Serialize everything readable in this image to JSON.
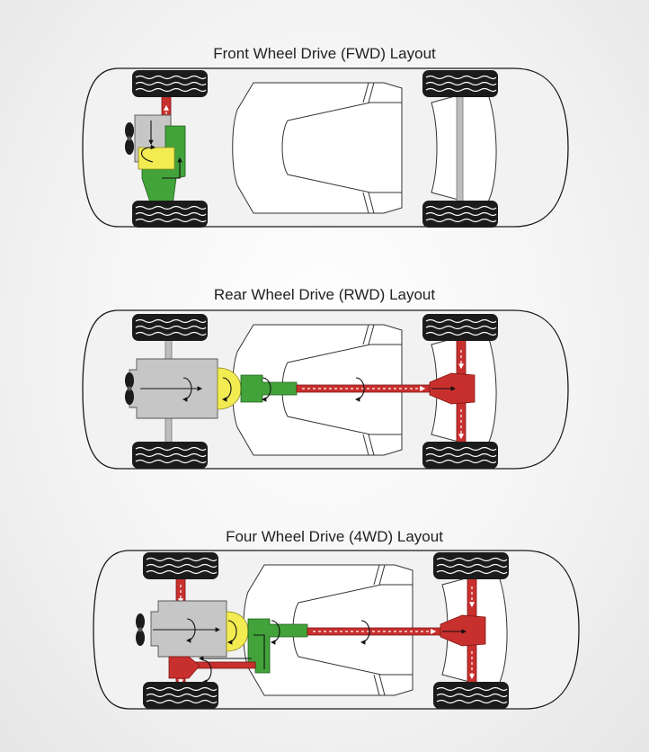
{
  "titles": {
    "fwd": "Front Wheel Drive (FWD) Layout",
    "rwd": "Rear Wheel Drive (RWD) Layout",
    "awd": "Four Wheel Drive (4WD) Layout"
  },
  "colors": {
    "drive_shaft": "#c8302e",
    "transmission": "#42a33a",
    "clutch": "#f2ec52",
    "engine": "#c6c6c6",
    "tire": "#1b1b1b"
  },
  "icons": [
    "fan-icon",
    "rotation-arrow-icon",
    "direction-arrow-icon"
  ]
}
